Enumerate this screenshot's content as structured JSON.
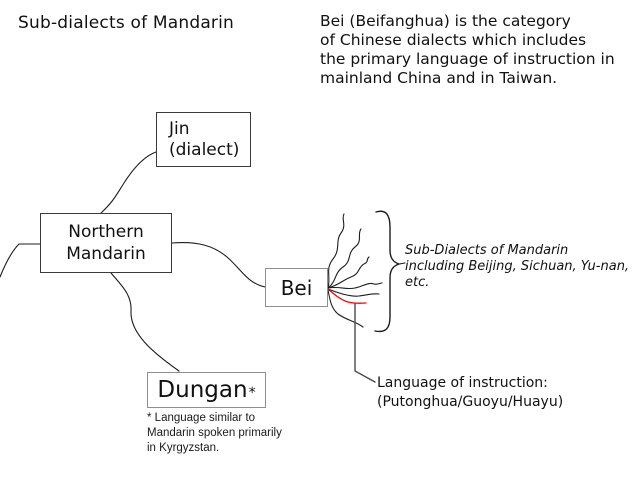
{
  "title": "Sub-dialects of Mandarin",
  "description": {
    "lines": [
      "Bei (Beifanghua) is the category",
      "of Chinese dialects which includes",
      "the primary language of instruction in",
      "mainland China and in Taiwan."
    ]
  },
  "nodes": {
    "jin": {
      "line1": "Jin",
      "line2": "(dialect)"
    },
    "northern_mandarin": {
      "line1": "Northern",
      "line2": "Mandarin"
    },
    "bei": {
      "label": "Bei"
    },
    "dungan": {
      "label": "Dungan",
      "marker": "*"
    }
  },
  "annotations": {
    "sub_dialects": {
      "lines": [
        "Sub-Dialects of Mandarin",
        "including Beijing, Sichuan, Yu-nan,",
        "etc."
      ]
    },
    "language_of_instruction": {
      "lines": [
        "Language of instruction:",
        "(Putonghua/Guoyu/Huayu)"
      ]
    },
    "dungan_footnote": {
      "lines": [
        "* Language similar to",
        "Mandarin spoken primarily",
        "in Kyrgyzstan."
      ]
    }
  },
  "colors": {
    "line": "#1c1c1c",
    "highlight": "#ff0000",
    "instruction_connector": "#4a4a4a"
  }
}
